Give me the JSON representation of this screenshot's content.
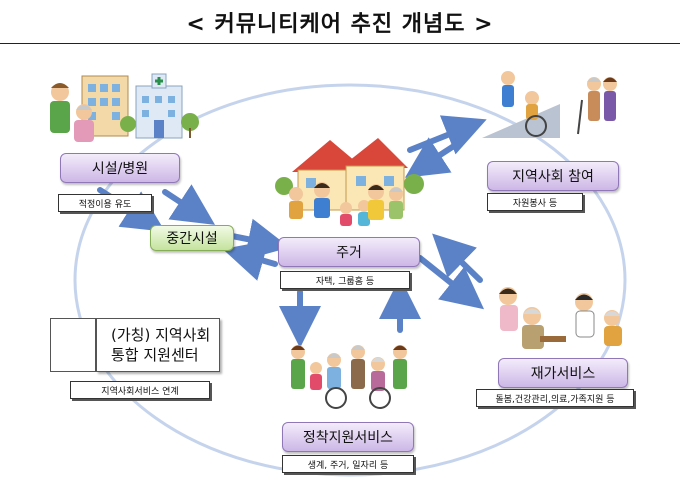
{
  "title": "< 커뮤니티케어 추진 개념도 >",
  "nodes": {
    "facility": {
      "label": "시설/병원",
      "note": "적정이용 유도"
    },
    "intermediate": {
      "label": "중간시설"
    },
    "housing": {
      "label": "주거",
      "note": "자택, 그룹홈 등"
    },
    "community": {
      "label": "지역사회 참여",
      "note": "자원봉사 등"
    },
    "homecare": {
      "label": "재가서비스",
      "note": "돌봄,건강관리,의료,가족지원 등"
    },
    "settlement": {
      "label": "정착지원서비스",
      "note": "생계, 주거, 일자리 등"
    },
    "center": {
      "line1": "(가칭) 지역사회",
      "line2": "통합 지원센터",
      "note": "지역사회서비스 연계"
    }
  },
  "icons": {
    "hospital": "hospital-illustration",
    "house": "house-family-illustration",
    "wheelchair": "wheelchair-volunteer-illustration",
    "homecare": "home-care-illustration",
    "group": "elderly-group-illustration",
    "counselor": "counselor-avatar"
  },
  "colors": {
    "pill": "#cdb7e6",
    "pill_green": "#c4e39d",
    "arrow": "#5b82c7",
    "circle": "#c5d4ec"
  }
}
